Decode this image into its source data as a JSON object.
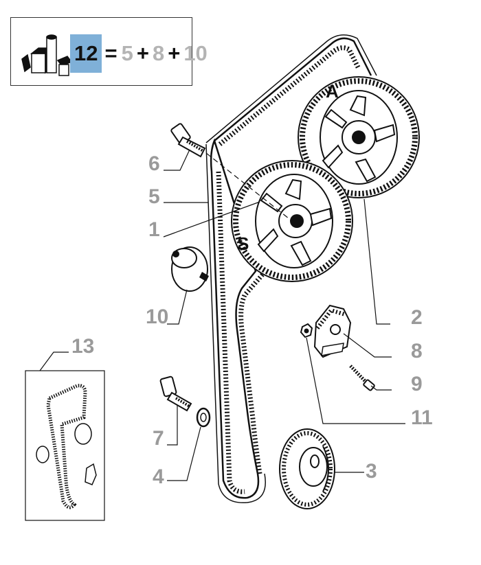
{
  "kit": {
    "main_number": "12",
    "equals": "=",
    "parts": [
      "5",
      "8",
      "10"
    ],
    "plus": "+"
  },
  "labels": {
    "gear_a": "A",
    "gear_s": "S"
  },
  "callouts": [
    "1",
    "2",
    "3",
    "4",
    "5",
    "6",
    "7",
    "8",
    "9",
    "10",
    "11",
    "13"
  ],
  "colors": {
    "kit_highlight": "#7fb0d8",
    "callout_text": "#9a9a9a",
    "line_art": "#111111"
  }
}
